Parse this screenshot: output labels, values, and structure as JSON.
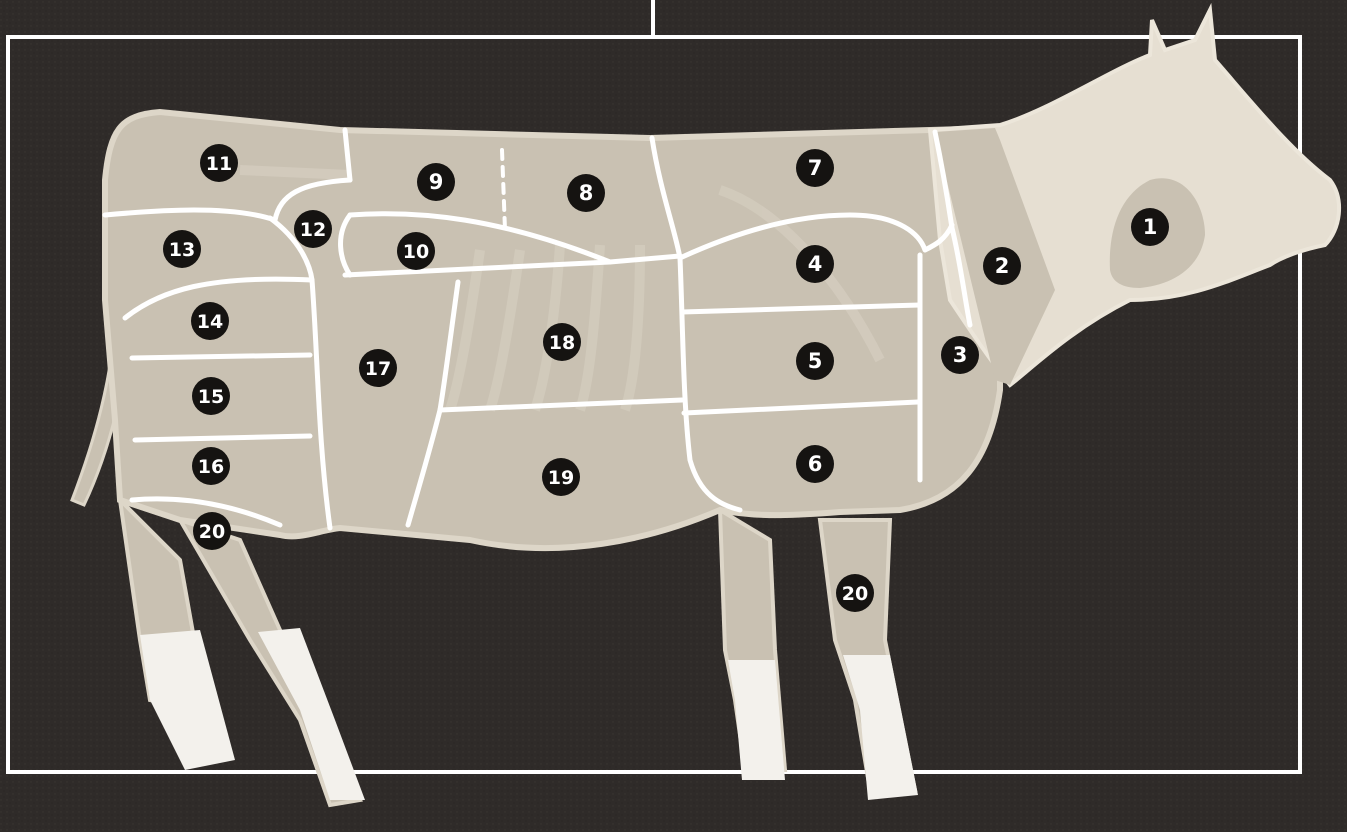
{
  "colors": {
    "background": "#2f2b29",
    "frame": "#ffffff",
    "body_fill": "#c9c1b2",
    "head_fill": "#e6dfd2",
    "cut_line": "#ffffff",
    "badge_fill": "#151311",
    "badge_text": "#ffffff",
    "hoof_fill": "#f3f1ec"
  },
  "cuts": [
    {
      "id": "cut-1",
      "label": "1"
    },
    {
      "id": "cut-2",
      "label": "2"
    },
    {
      "id": "cut-3",
      "label": "3"
    },
    {
      "id": "cut-4",
      "label": "4"
    },
    {
      "id": "cut-5",
      "label": "5"
    },
    {
      "id": "cut-6",
      "label": "6"
    },
    {
      "id": "cut-7",
      "label": "7"
    },
    {
      "id": "cut-8",
      "label": "8"
    },
    {
      "id": "cut-9",
      "label": "9"
    },
    {
      "id": "cut-10",
      "label": "10"
    },
    {
      "id": "cut-11",
      "label": "11"
    },
    {
      "id": "cut-12",
      "label": "12"
    },
    {
      "id": "cut-13",
      "label": "13"
    },
    {
      "id": "cut-14",
      "label": "14"
    },
    {
      "id": "cut-15",
      "label": "15"
    },
    {
      "id": "cut-16",
      "label": "16"
    },
    {
      "id": "cut-17",
      "label": "17"
    },
    {
      "id": "cut-18",
      "label": "18"
    },
    {
      "id": "cut-19",
      "label": "19"
    },
    {
      "id": "cut-20-hind",
      "label": "20"
    },
    {
      "id": "cut-20-fore",
      "label": "20"
    }
  ]
}
